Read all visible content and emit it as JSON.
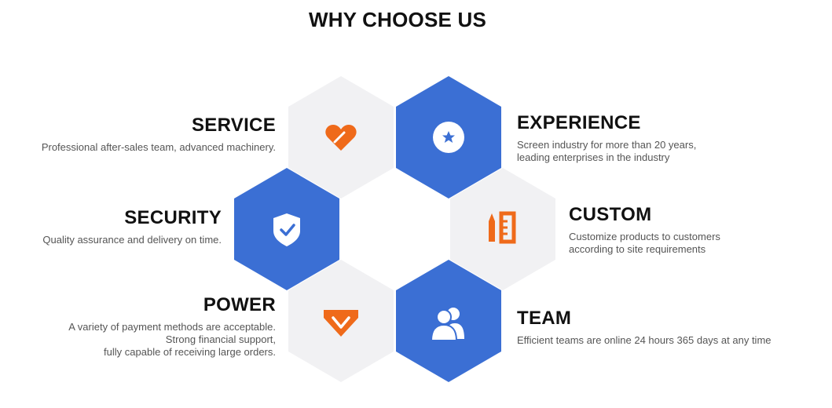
{
  "page": {
    "title": "WHY CHOOSE US"
  },
  "colors": {
    "blue": "#3b6fd4",
    "gray": "#f1f1f3",
    "orange": "#ef6a1a",
    "icon_white": "#ffffff"
  },
  "features": {
    "service": {
      "heading": "SERVICE",
      "lines": [
        "Professional after-sales team, advanced machinery."
      ],
      "icon": "heart-icon"
    },
    "experience": {
      "heading": "EXPERIENCE",
      "lines": [
        "Screen industry for more than 20 years,",
        "leading enterprises in the industry"
      ],
      "icon": "star-badge-icon"
    },
    "security": {
      "heading": "SECURITY",
      "lines": [
        "Quality assurance and delivery on time."
      ],
      "icon": "shield-check-icon"
    },
    "custom": {
      "heading": "CUSTOM",
      "lines": [
        "Customize products to customers",
        "according to site requirements"
      ],
      "icon": "pencil-ruler-icon"
    },
    "power": {
      "heading": "POWER",
      "lines": [
        "A variety of payment methods are acceptable.",
        "Strong financial support,",
        "fully capable of receiving large orders."
      ],
      "icon": "diamond-icon"
    },
    "team": {
      "heading": "TEAM",
      "lines": [
        "Efficient teams are online 24 hours 365 days at any time"
      ],
      "icon": "team-icon"
    }
  }
}
